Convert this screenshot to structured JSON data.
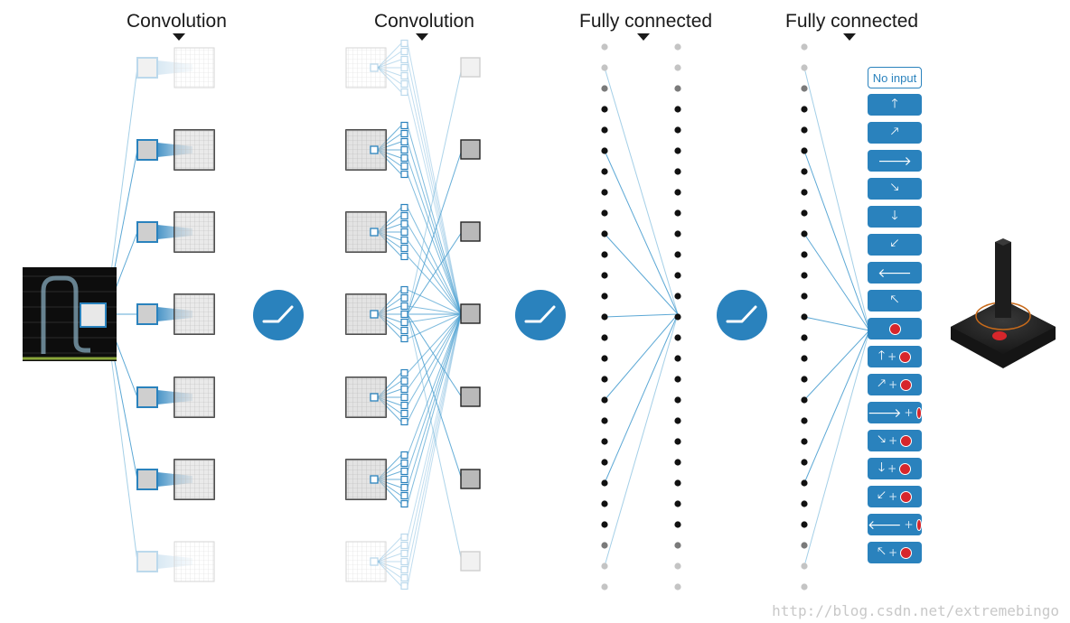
{
  "headings": {
    "conv1": "Convolution",
    "conv2": "Convolution",
    "fc1": "Fully connected",
    "fc2": "Fully connected"
  },
  "watermark": "http://blog.csdn.net/extremebingo",
  "outputs": {
    "no_input": "No input",
    "actions": [
      {
        "id": "up",
        "glyph": "🡑",
        "fire": false
      },
      {
        "id": "up-right",
        "glyph": "🡕",
        "fire": false
      },
      {
        "id": "right",
        "glyph": "🡒",
        "fire": false
      },
      {
        "id": "down-right",
        "glyph": "🡖",
        "fire": false
      },
      {
        "id": "down",
        "glyph": "🡓",
        "fire": false
      },
      {
        "id": "down-left",
        "glyph": "🡗",
        "fire": false
      },
      {
        "id": "left",
        "glyph": "🡐",
        "fire": false
      },
      {
        "id": "up-left",
        "glyph": "🡔",
        "fire": false
      },
      {
        "id": "fire",
        "glyph": "",
        "fire": true
      },
      {
        "id": "up-fire",
        "glyph": "🡑",
        "fire": true
      },
      {
        "id": "up-right-fire",
        "glyph": "🡕",
        "fire": true
      },
      {
        "id": "right-fire",
        "glyph": "🡒",
        "fire": true
      },
      {
        "id": "down-right-fire",
        "glyph": "🡖",
        "fire": true
      },
      {
        "id": "down-fire",
        "glyph": "🡓",
        "fire": true
      },
      {
        "id": "down-left-fire",
        "glyph": "🡗",
        "fire": true
      },
      {
        "id": "left-fire",
        "glyph": "🡐",
        "fire": true
      },
      {
        "id": "up-left-fire",
        "glyph": "🡔",
        "fire": true
      }
    ],
    "plus": "+"
  },
  "colors": {
    "accent": "#2a82bd",
    "line": "#4a9fd0",
    "fire": "#d7262b",
    "neuron_active": "#111111",
    "neuron_faded": "#c4c4c4"
  }
}
